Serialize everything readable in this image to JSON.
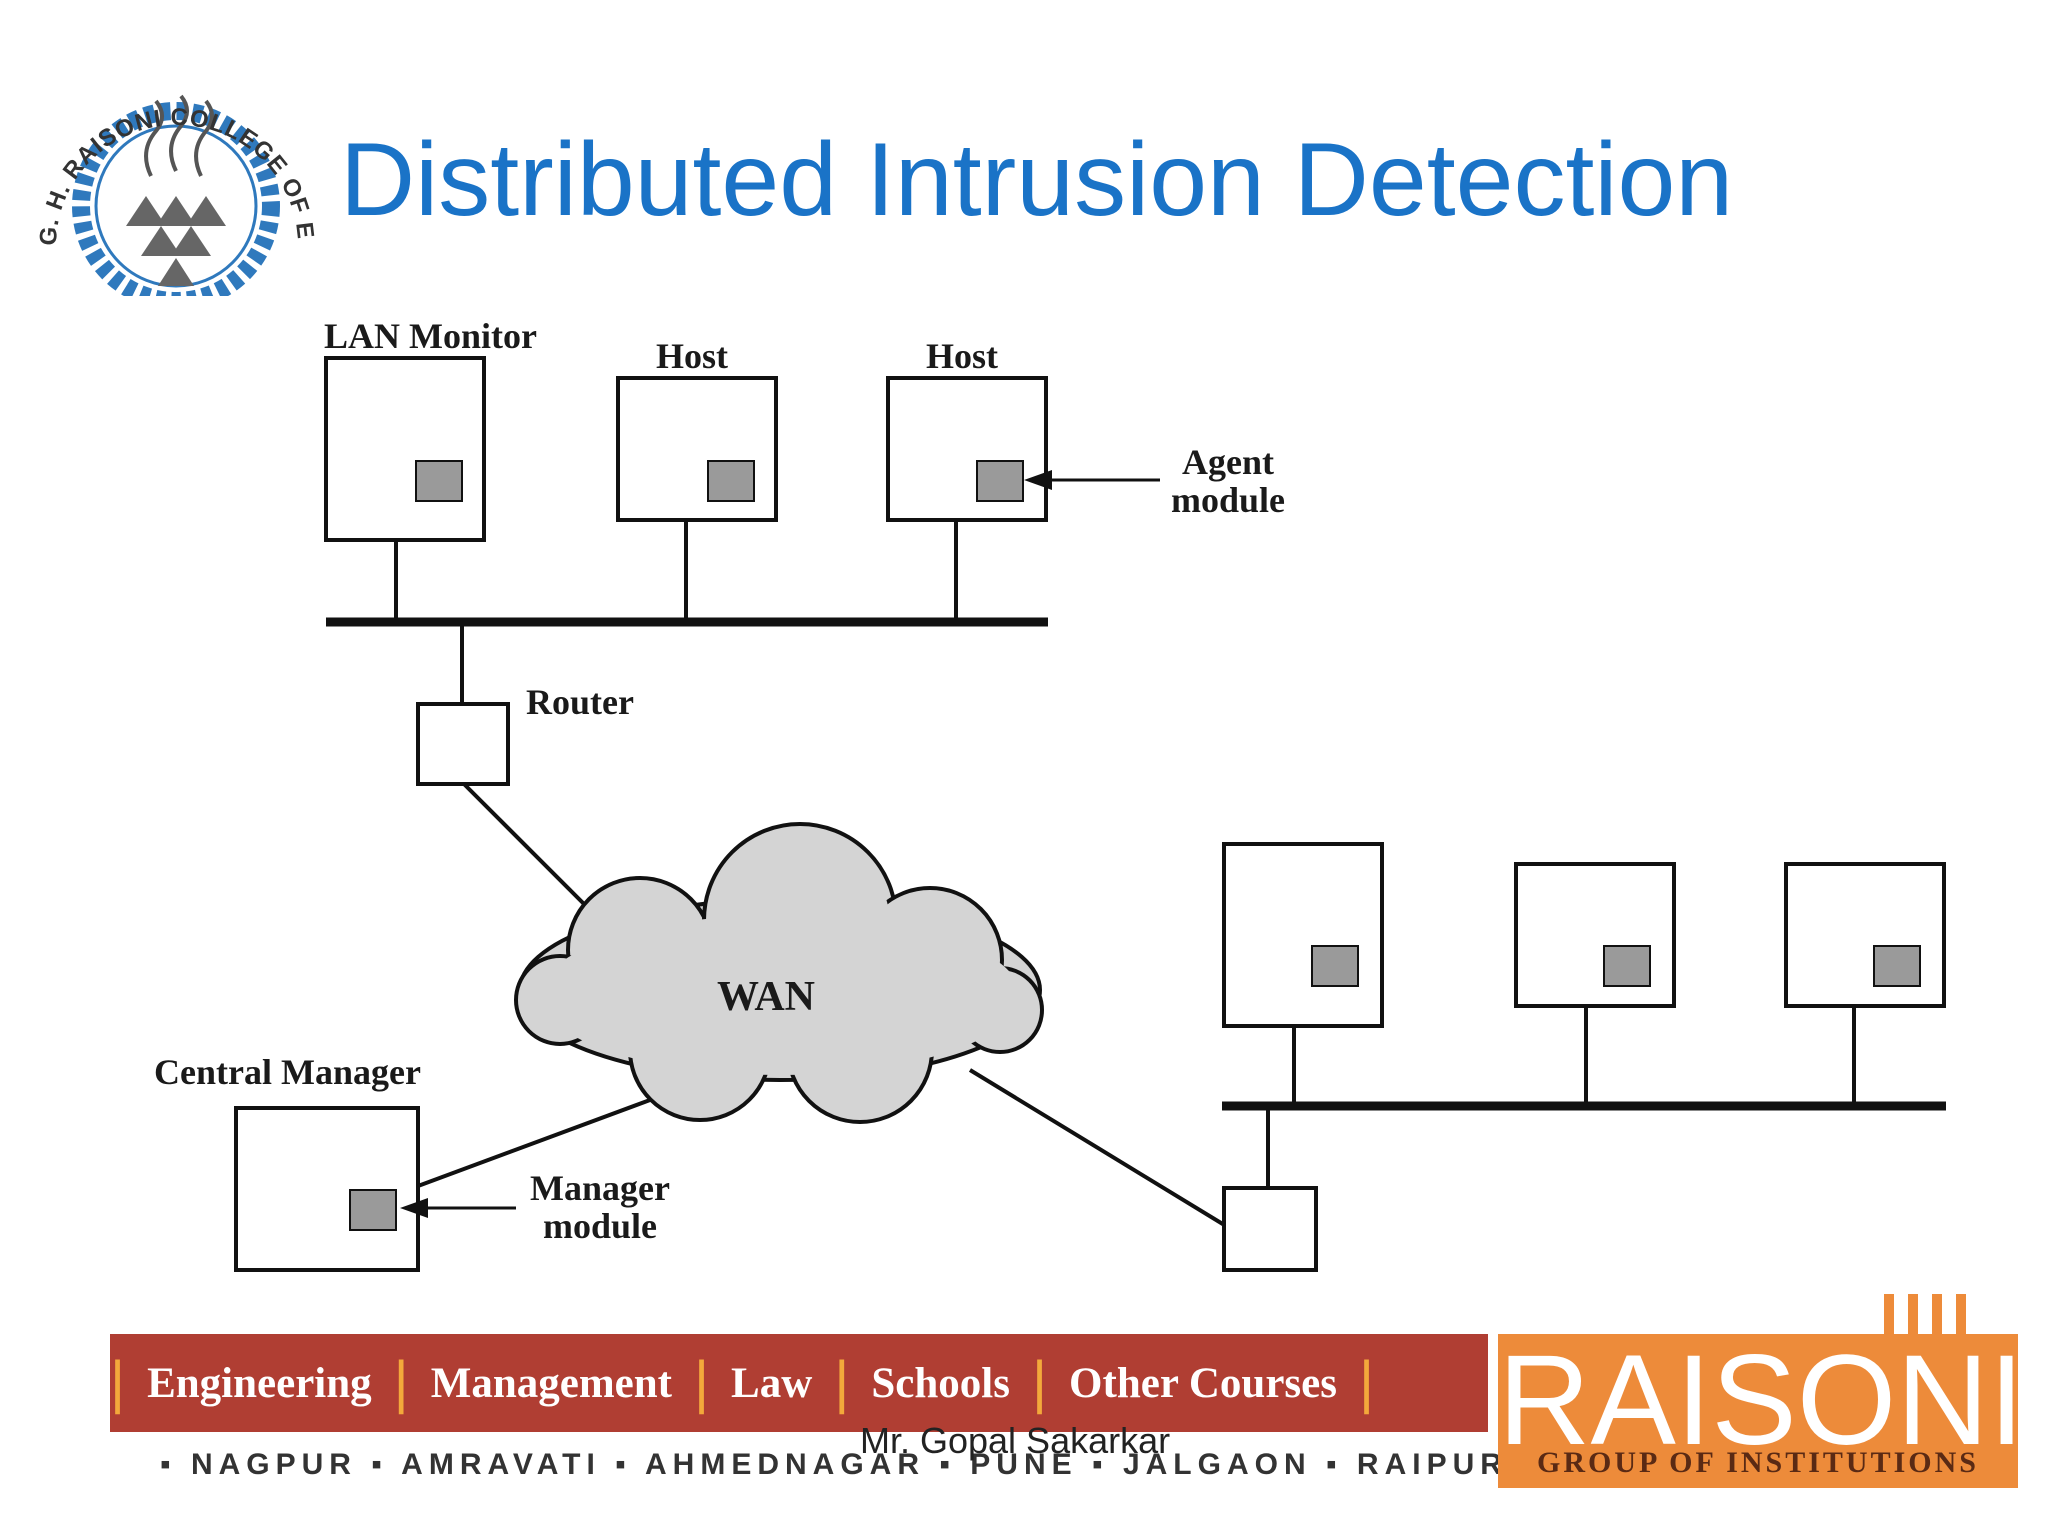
{
  "logo": {
    "text": "G. H. RAISONI COLLEGE OF ENGINEERING",
    "accent": "#2f79bd"
  },
  "slide": {
    "title": "Distributed Intrusion Detection"
  },
  "diagram": {
    "labels": {
      "lan_monitor": "LAN Monitor",
      "host_1": "Host",
      "host_2": "Host",
      "agent_module_line1": "Agent",
      "agent_module_line2": "module",
      "router": "Router",
      "wan": "WAN",
      "central_manager": "Central Manager",
      "manager_module_line1": "Manager",
      "manager_module_line2": "module"
    }
  },
  "footer": {
    "menu": [
      "Engineering",
      "Management",
      "Law",
      "Schools",
      "Other Courses"
    ],
    "cities": "▪ NAGPUR ▪ AMRAVATI ▪ AHMEDNAGAR ▪ PUNE ▪ JALGAON ▪ RAIPUR ▪",
    "author": "Mr. Gopal Sakarkar",
    "brand_name": "RAISONI",
    "brand_tagline": "GROUP OF INSTITUTIONS",
    "colors": {
      "bar": "#b03e33",
      "separator": "#f3a93b",
      "brand": "#ed8b3a"
    }
  }
}
